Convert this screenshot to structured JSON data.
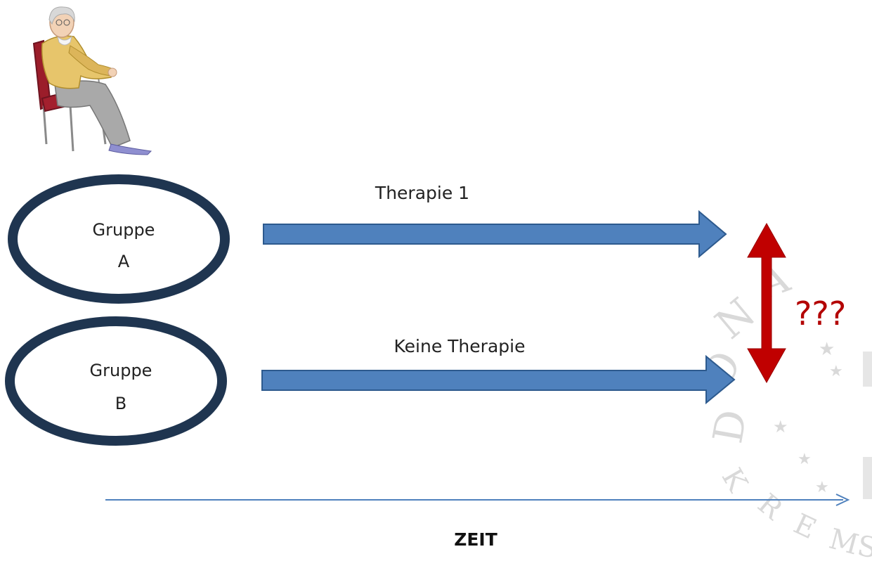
{
  "groups": [
    {
      "line1": "Gruppe",
      "line2": "A"
    },
    {
      "line1": "Gruppe",
      "line2": "B"
    }
  ],
  "arrows": [
    {
      "label": "Therapie 1"
    },
    {
      "label": "Keine Therapie"
    }
  ],
  "comparison": {
    "label": "???"
  },
  "timeline": {
    "label": "ZEIT"
  },
  "watermark": {
    "text": "DONAU KREMS"
  },
  "colors": {
    "ellipse_stroke": "#1f3550",
    "arrow_fill": "#4f81bd",
    "arrow_stroke": "#2d5a8e",
    "compare_arrow": "#c00000",
    "timeline": "#4f81bd",
    "watermark": "#d9d9d9"
  },
  "icons": {
    "person": "elderly-person-in-chair-icon"
  }
}
